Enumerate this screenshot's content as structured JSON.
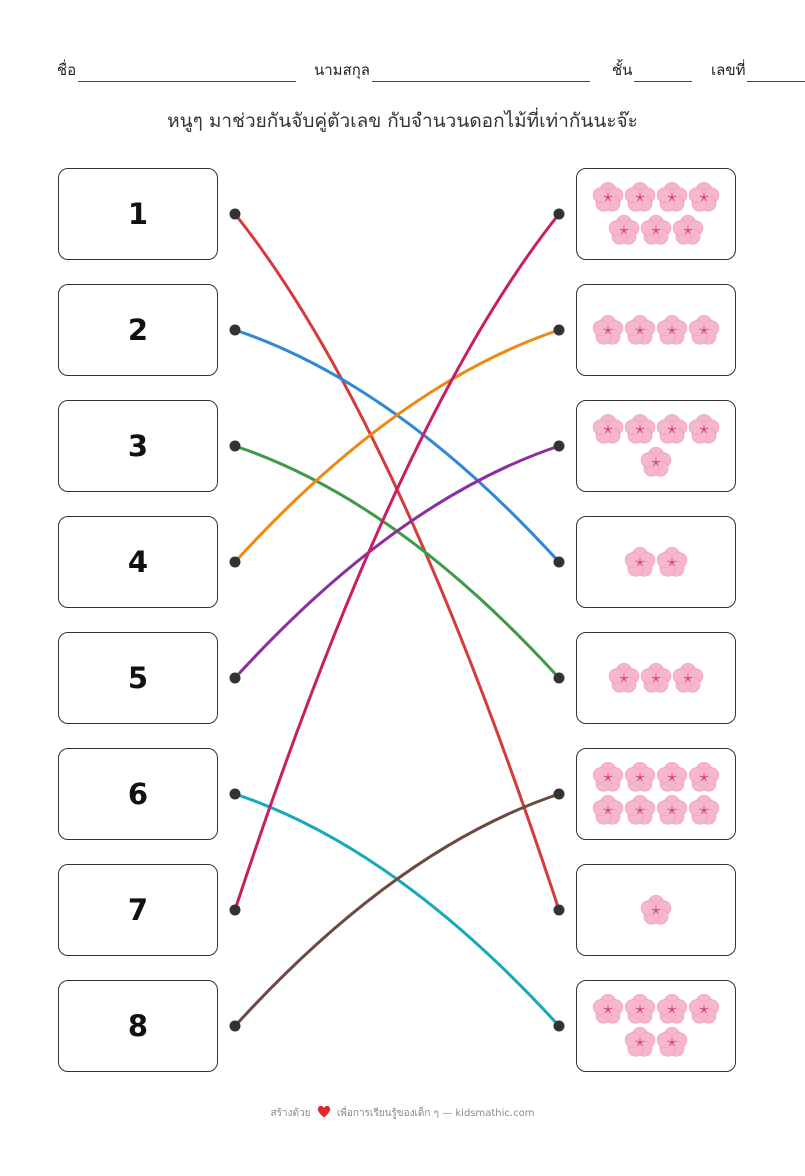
{
  "header": {
    "name_label": "ชื่อ",
    "surname_label": "นามสกุล",
    "class_label": "ชั้น",
    "number_label": "เลขที่"
  },
  "instruction": "หนูๆ มาช่วยกันจับคู่ตัวเลข กับจำนวนดอกไม้ที่เท่ากันนะจ๊ะ",
  "numbers": [
    "1",
    "2",
    "3",
    "4",
    "5",
    "6",
    "7",
    "8"
  ],
  "flower_counts": [
    7,
    4,
    5,
    2,
    3,
    8,
    1,
    6
  ],
  "flower_icon": "sakura-flower-icon",
  "matches": [
    {
      "number": 1,
      "box": 7,
      "color": "#d63b3b"
    },
    {
      "number": 2,
      "box": 4,
      "color": "#2f87d6"
    },
    {
      "number": 3,
      "box": 5,
      "color": "#3f9a45"
    },
    {
      "number": 4,
      "box": 2,
      "color": "#ec8a12"
    },
    {
      "number": 5,
      "box": 3,
      "color": "#8b2fa0"
    },
    {
      "number": 6,
      "box": 8,
      "color": "#17a8bd"
    },
    {
      "number": 7,
      "box": 1,
      "color": "#c81e63"
    },
    {
      "number": 8,
      "box": 6,
      "color": "#6b4a3f"
    }
  ],
  "colors": {
    "flower_petal": "#f6b7cd",
    "flower_center": "#d94a6a",
    "dot": "#333333",
    "heart": "#e0282f"
  },
  "footer": {
    "prefix": "สร้างด้วย",
    "heart_icon": "heart-icon",
    "suffix": "เพื่อการเรียนรู้ของเด็ก ๆ — kidsmathic.com"
  }
}
